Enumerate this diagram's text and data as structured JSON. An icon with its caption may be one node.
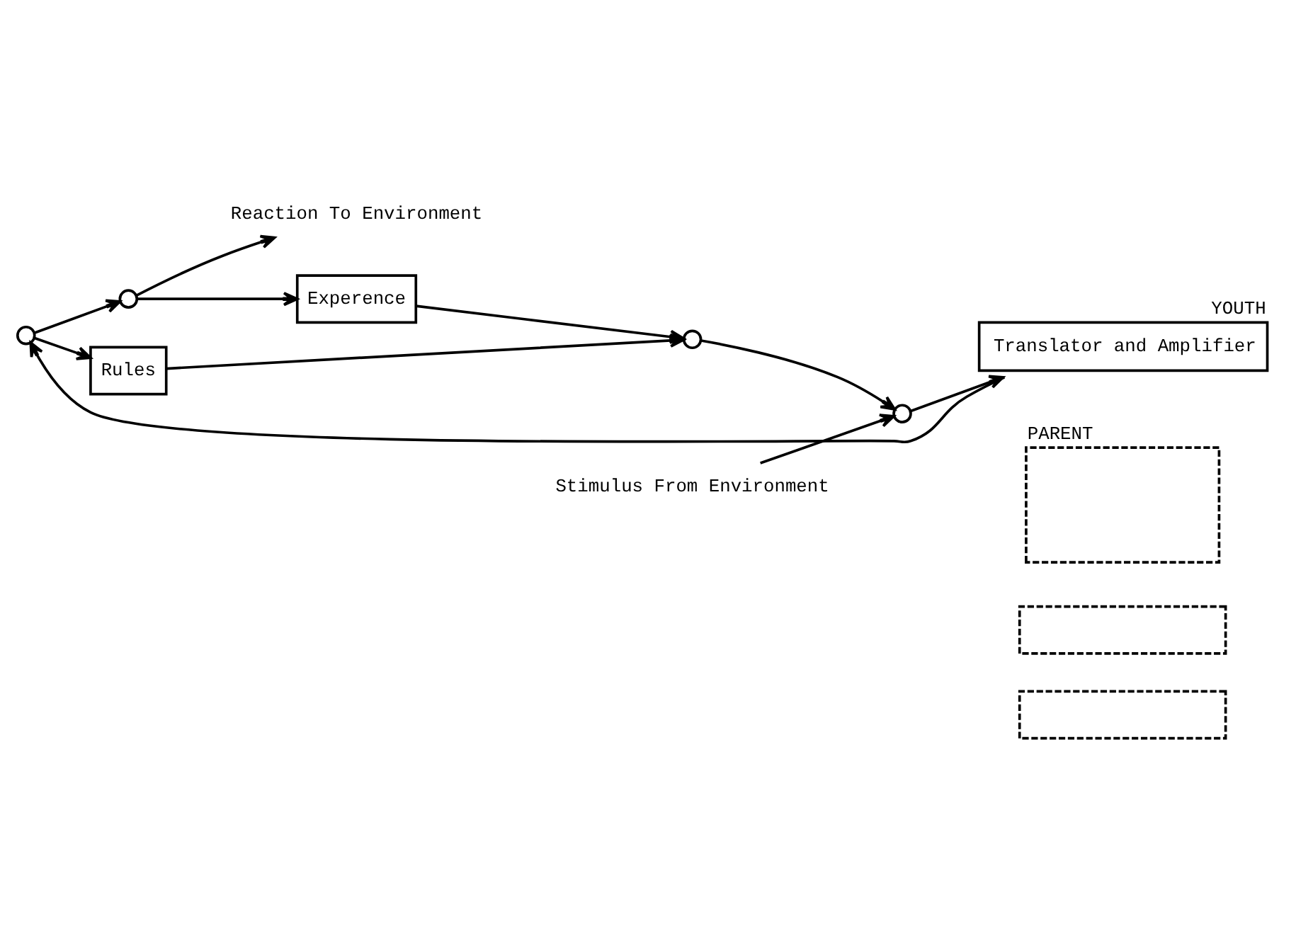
{
  "diagram": {
    "nodes": [
      {
        "text": [
          "Reaction To Environment"
        ]
      },
      {
        "text": [],
        "shape": "circle"
      },
      {
        "text": [],
        "shape": "circle"
      },
      {
        "text": [
          "Experence"
        ]
      },
      {
        "text": [
          "Rules"
        ]
      },
      {
        "text": [],
        "shape": "circle"
      },
      {
        "text": [],
        "shape": "circle"
      },
      {
        "text": [
          "YOUTH",
          "Translator and Amplifier"
        ]
      },
      {
        "text": [
          "Stimulus From Environment"
        ]
      },
      {
        "text": [
          "PARENT"
        ]
      },
      {
        "text": [],
        "shape": "box"
      },
      {
        "text": [],
        "shape": "box"
      }
    ],
    "edges": [
      {
        "from": 1,
        "to": 0,
        "arrow": "to"
      },
      {
        "from": 1,
        "to": 3,
        "arrow": "to"
      },
      {
        "from": 2,
        "to": 1,
        "arrow": "to"
      },
      {
        "from": 2,
        "to": 4,
        "arrow": "to"
      },
      {
        "from": 3,
        "to": 5,
        "arrow": "to"
      },
      {
        "from": 4,
        "to": 5,
        "arrow": "to"
      },
      {
        "from": 5,
        "to": 6,
        "arrow": "to"
      },
      {
        "from": 6,
        "to": 7,
        "arrow": "to"
      },
      {
        "from": 8,
        "to": 6,
        "arrow": "to"
      },
      {
        "from": 7,
        "to": 2,
        "arrow": "to"
      }
    ]
  }
}
